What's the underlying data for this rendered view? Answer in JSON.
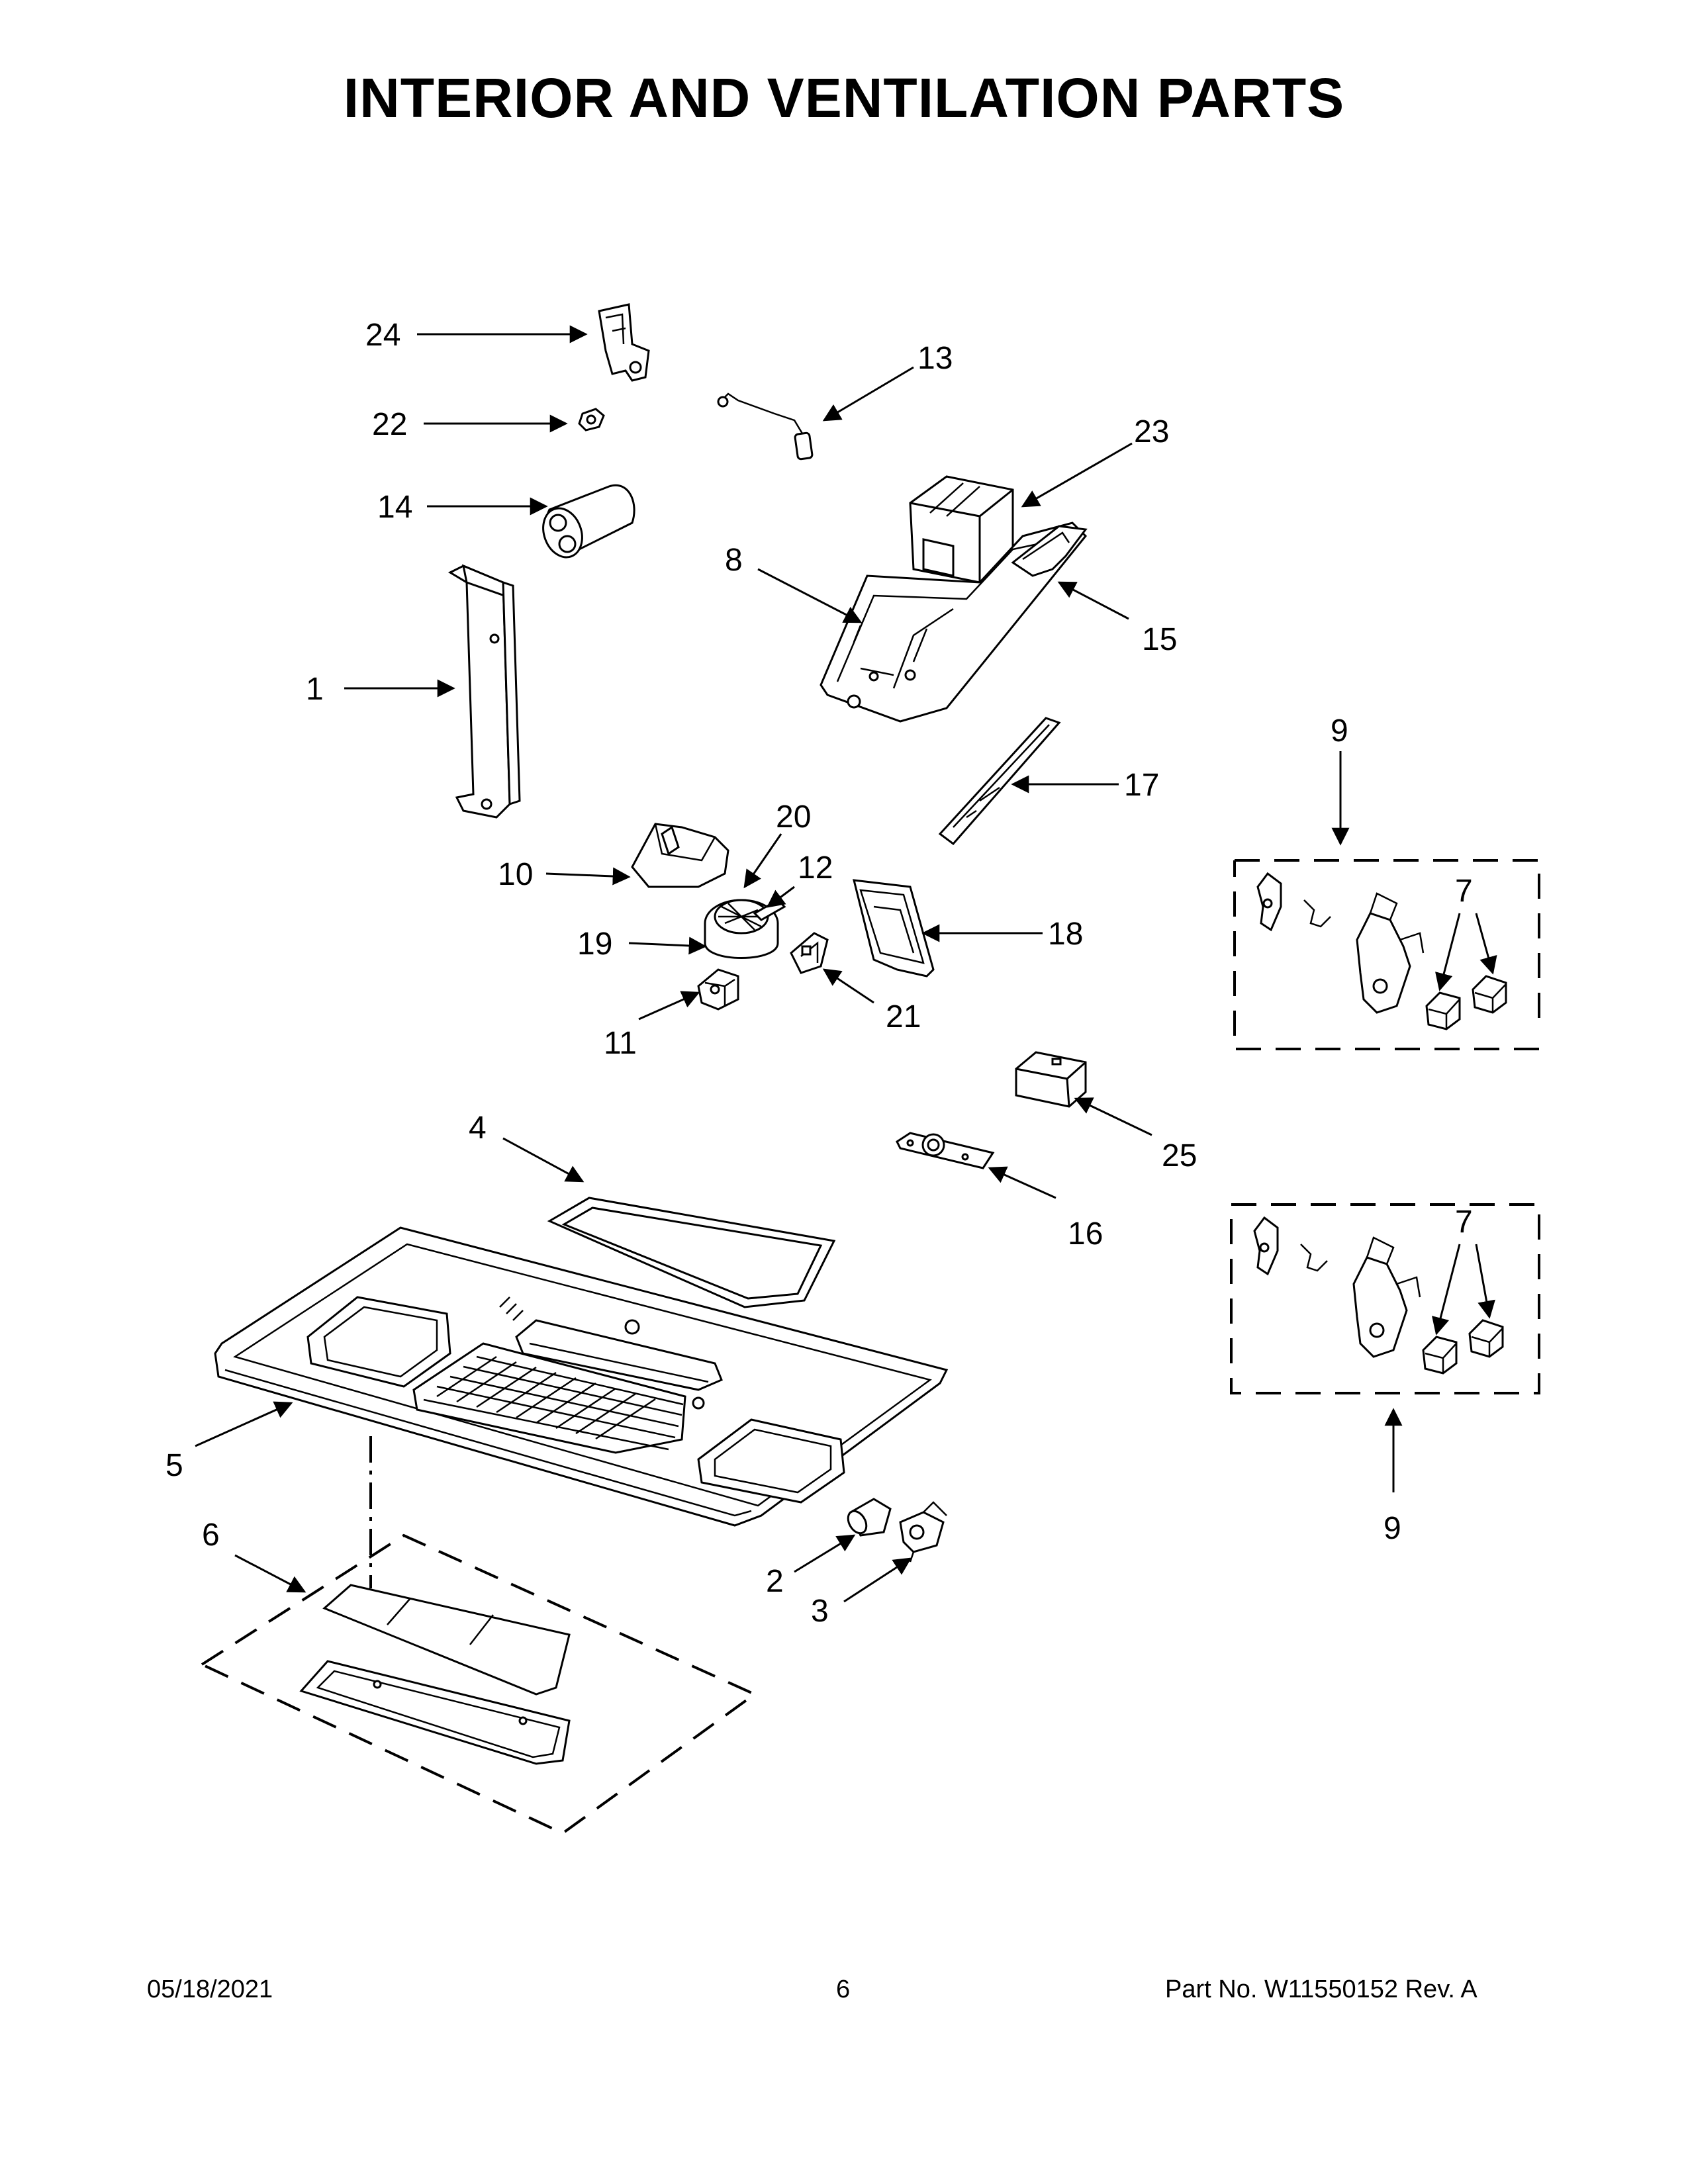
{
  "page": {
    "title": "INTERIOR AND VENTILATION PARTS",
    "footer": {
      "date": "05/18/2021",
      "page_number": "6",
      "part_number": "Part No.  W11550152  Rev.  A"
    }
  },
  "callouts": {
    "c1": "1",
    "c2": "2",
    "c3": "3",
    "c4": "4",
    "c5": "5",
    "c6": "6",
    "c7a": "7",
    "c7b": "7",
    "c8": "8",
    "c9a": "9",
    "c9b": "9",
    "c10": "10",
    "c11": "11",
    "c12": "12",
    "c13": "13",
    "c14": "14",
    "c15": "15",
    "c16": "16",
    "c17": "17",
    "c18": "18",
    "c19": "19",
    "c20": "20",
    "c21": "21",
    "c22": "22",
    "c23": "23",
    "c24": "24",
    "c25": "25"
  }
}
